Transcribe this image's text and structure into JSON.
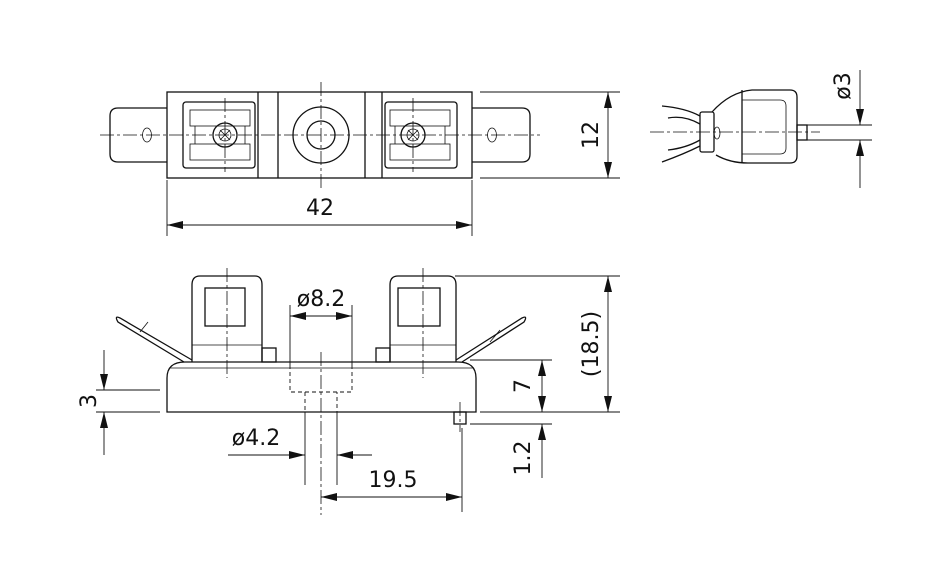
{
  "dimensions": {
    "length_42": "42",
    "height_12": "12",
    "pin_diameter_3": "ø3",
    "hole_diameter_8_2": "ø8.2",
    "overall_height_18_5": "(18.5)",
    "height_7": "7",
    "base_height_3": "3",
    "pin_1_2": "1.2",
    "hole_diameter_4_2": "ø4.2",
    "offset_19_5": "19.5"
  }
}
